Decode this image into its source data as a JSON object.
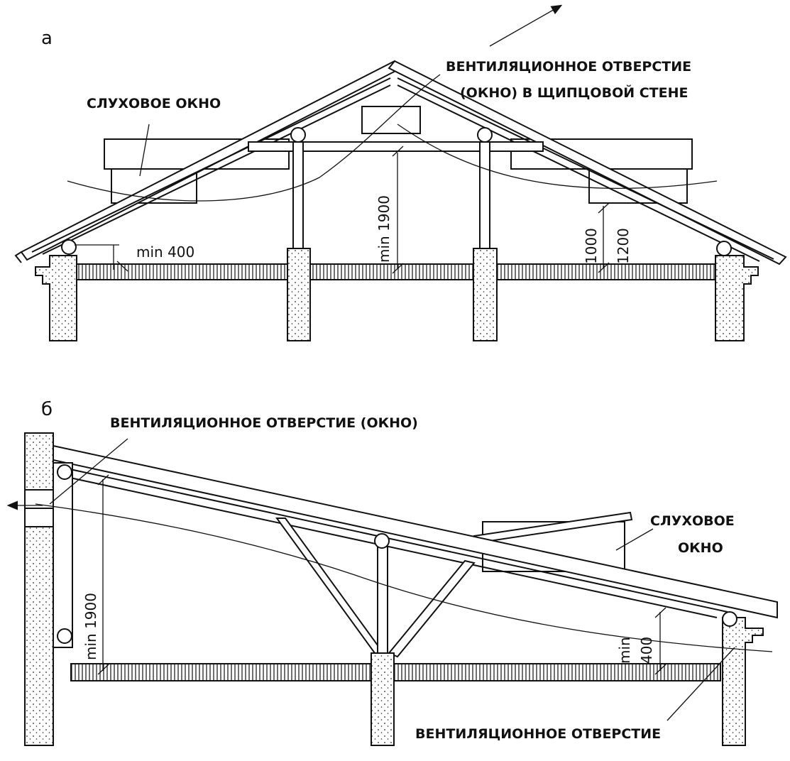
{
  "panel_a": {
    "letter": "а",
    "dormer_label": "СЛУХОВОЕ ОКНО",
    "vent_label_line1": "ВЕНТИЛЯЦИОННОЕ ОТВЕРСТИЕ",
    "vent_label_line2": "(ОКНО)  В ЩИПЦОВОЙ СТЕНЕ",
    "dim_min400": "min 400",
    "dim_min1900": "min 1900",
    "dim_1000": "1000",
    "dim_1200": "1200"
  },
  "panel_b": {
    "letter": "б",
    "vent_top_label": "ВЕНТИЛЯЦИОННОЕ ОТВЕРСТИЕ (ОКНО)",
    "dormer_label_line1": "СЛУХОВОЕ",
    "dormer_label_line2": "ОКНО",
    "vent_bottom_label": "ВЕНТИЛЯЦИОННОЕ ОТВЕРСТИЕ",
    "dim_min1900": "min 1900",
    "dim_min": "min",
    "dim_400": "400"
  }
}
